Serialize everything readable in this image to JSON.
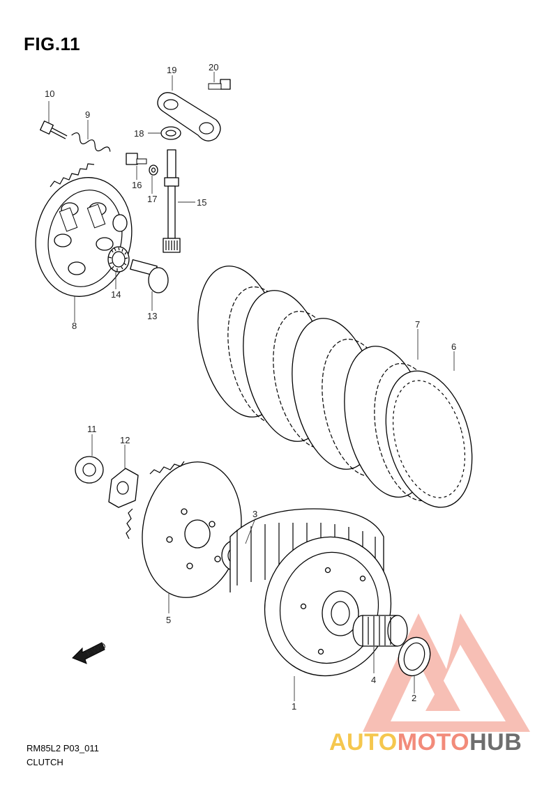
{
  "figure": {
    "title": "FIG.11",
    "diagram_code": "RM85L2 P03_011",
    "diagram_name": "CLUTCH",
    "fwd_label": "FWD"
  },
  "callouts": [
    {
      "id": "1",
      "text": "1"
    },
    {
      "id": "2",
      "text": "2"
    },
    {
      "id": "3",
      "text": "3"
    },
    {
      "id": "4",
      "text": "4"
    },
    {
      "id": "5",
      "text": "5"
    },
    {
      "id": "6",
      "text": "6"
    },
    {
      "id": "7",
      "text": "7"
    },
    {
      "id": "8",
      "text": "8"
    },
    {
      "id": "9",
      "text": "9"
    },
    {
      "id": "10",
      "text": "10"
    },
    {
      "id": "11",
      "text": "11"
    },
    {
      "id": "12",
      "text": "12"
    },
    {
      "id": "13",
      "text": "13"
    },
    {
      "id": "14",
      "text": "14"
    },
    {
      "id": "15",
      "text": "15"
    },
    {
      "id": "16",
      "text": "16"
    },
    {
      "id": "17",
      "text": "17"
    },
    {
      "id": "18",
      "text": "18"
    },
    {
      "id": "19",
      "text": "19"
    },
    {
      "id": "20",
      "text": "20"
    }
  ],
  "watermark": {
    "part1": "AUTO",
    "part2": "MOTO",
    "part3": "HUB",
    "color_auto": "#f5c74e",
    "color_moto": "#f28b7a",
    "color_hub": "#6e6e6e",
    "logo_color": "#f28b7a"
  }
}
